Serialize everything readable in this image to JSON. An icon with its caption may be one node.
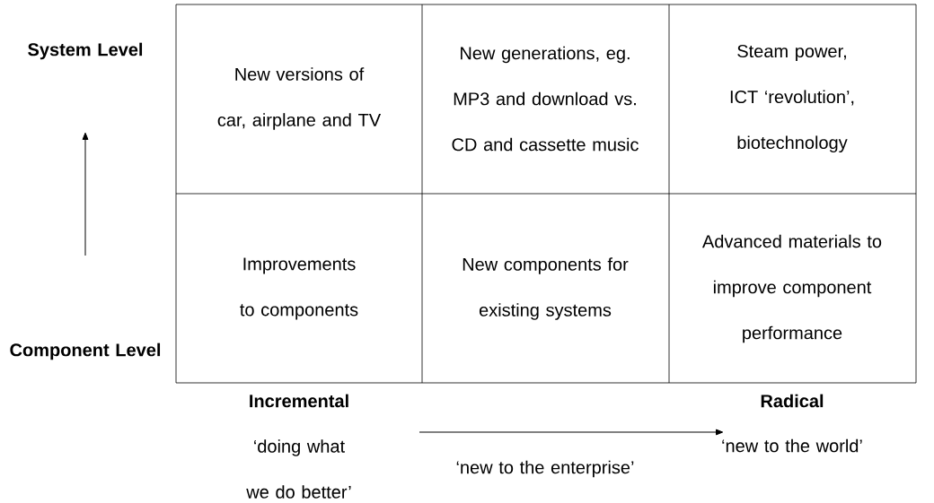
{
  "diagram": {
    "labels": [
      "System Level",
      "New versions of car, airplane and TV",
      "New generations, eg. MP3 and download vs. CD and cassette music",
      "Steam power, ICT ‘revolution’, biotechnology",
      "Improvements to components",
      "New components for existing systems",
      "Advanced materials to improve component performance",
      "Component Level",
      "Incremental",
      "Radical",
      "‘doing what we do better’",
      "‘new to the enterprise’",
      "‘new to the world’"
    ]
  }
}
